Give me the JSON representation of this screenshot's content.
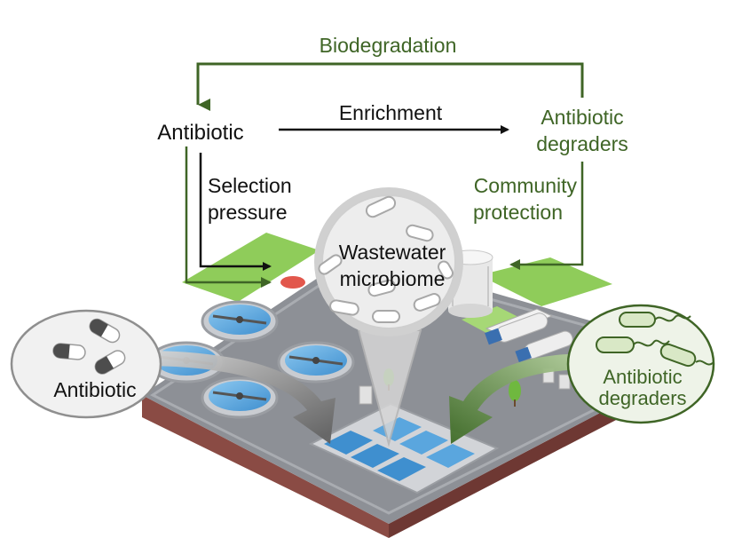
{
  "labels": {
    "biodegradation": "Biodegradation",
    "enrichment": "Enrichment",
    "antibiotic_top": "Antibiotic",
    "degraders_top_1": "Antibiotic",
    "degraders_top_2": "degraders",
    "selection_1": "Selection",
    "selection_2": "pressure",
    "community_1": "Community",
    "community_2": "protection",
    "microbiome_1": "Wastewater",
    "microbiome_2": "microbiome",
    "antibiotic_bubble": "Antibiotic",
    "degraders_bubble_1": "Antibiotic",
    "degraders_bubble_2": "degraders"
  },
  "colors": {
    "green": "#3f6526",
    "black": "#111111",
    "ground": "#8d9096",
    "soil": "#8a4b44",
    "water": "#4fa0d8",
    "grass": "#8fcc5a"
  },
  "icons": [
    "pill-icon",
    "bacterium-icon",
    "truck-icon",
    "tank-icon",
    "tree-icon"
  ]
}
